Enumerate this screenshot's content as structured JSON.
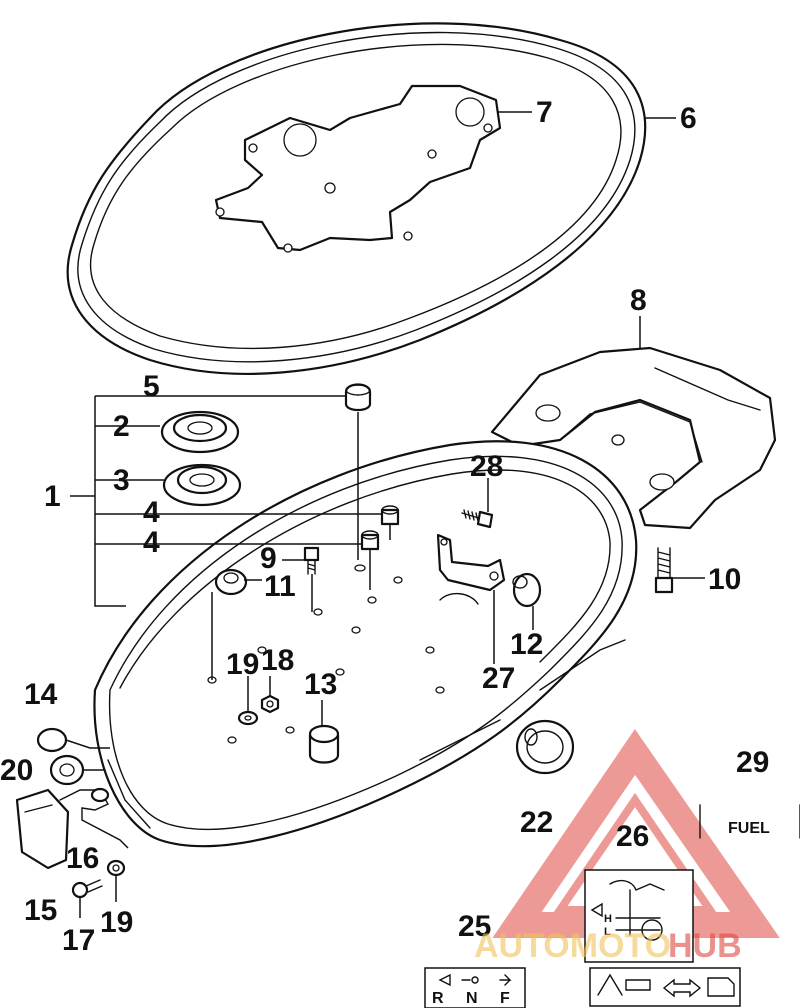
{
  "labels": {
    "n1": "1",
    "n2": "2",
    "n3": "3",
    "n4a": "4",
    "n4b": "4",
    "n5": "5",
    "n6": "6",
    "n7": "7",
    "n8": "8",
    "n9": "9",
    "n10": "10",
    "n11": "11",
    "n12": "12",
    "n13": "13",
    "n14": "14",
    "n15": "15",
    "n16": "16",
    "n17": "17",
    "n18": "18",
    "n19a": "19",
    "n19b": "19",
    "n20": "20",
    "n22": "22",
    "n25": "25",
    "n26": "26",
    "n27": "27",
    "n28": "28",
    "n29": "29"
  },
  "decals": {
    "fuel": "FUEL",
    "shift_r": "R",
    "shift_n": "N",
    "shift_f": "F",
    "level_h": "H",
    "level_l": "L"
  },
  "watermark": {
    "brand_part1": "AUTOMOTO",
    "brand_part2": "HUB",
    "color_primary": "#e0473f",
    "color_secondary": "#f1c35a"
  }
}
